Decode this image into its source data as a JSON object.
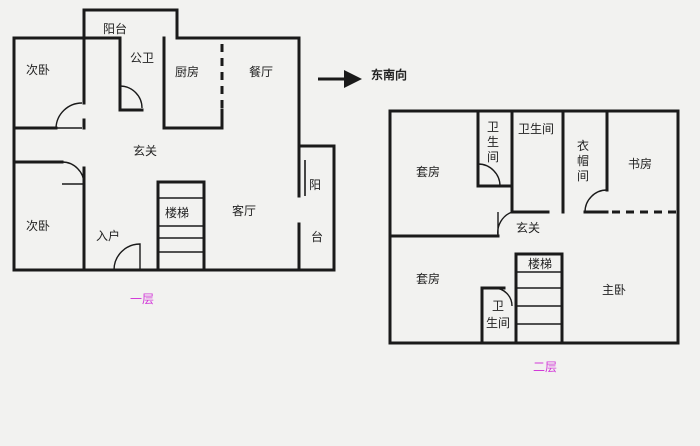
{
  "direction": "东南向",
  "floor1": {
    "caption": "一层",
    "rooms": {
      "balcony_top": "阳台",
      "public_wc": "公卫",
      "bedroom_a": "次卧",
      "kitchen": "厨房",
      "dining": "餐厅",
      "foyer": "玄关",
      "stairs": "楼梯",
      "living": "客厅",
      "bedroom_b": "次卧",
      "entrance": "入户",
      "balcony_side_1": "阳",
      "balcony_side_2": "台"
    }
  },
  "floor2": {
    "caption": "二层",
    "rooms": {
      "suite_a": "套房",
      "wc_small_1": "卫",
      "wc_small_2": "生",
      "wc_small_3": "间",
      "bathroom": "卫生间",
      "closet_1": "衣",
      "closet_2": "帽",
      "closet_3": "间",
      "study": "书房",
      "foyer": "玄关",
      "stairs": "楼梯",
      "suite_b": "套房",
      "master": "主卧",
      "wc_bottom_1": "卫",
      "wc_bottom_2": "生间"
    }
  }
}
